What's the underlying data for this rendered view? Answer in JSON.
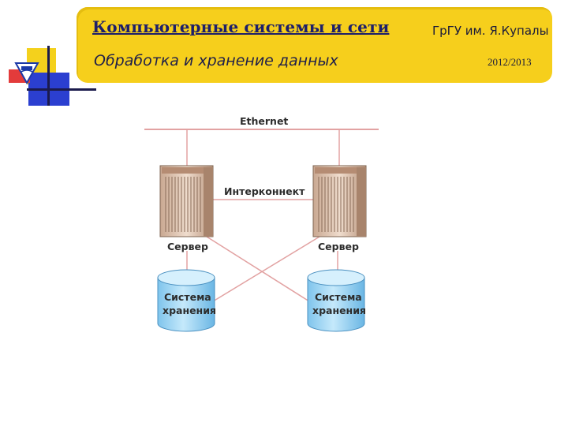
{
  "header": {
    "title": "Компьютерные системы и сети",
    "subtitle": "Обработка и хранение данных",
    "university": "ГрГУ им. Я.Купалы",
    "year": "2012/2013"
  },
  "diagram": {
    "network_label": "Ethernet",
    "interconnect_label": "Интерконнект",
    "server_left_label": "Сервер",
    "server_right_label": "Сервер",
    "storage_left_line1": "Система",
    "storage_left_line2": "хранения",
    "storage_right_line1": "Система",
    "storage_right_line2": "хранения"
  },
  "colors": {
    "header_bg": "#f6cf1c",
    "link_line": "#e7a6a6",
    "storage_fill": "#a8d8f5",
    "server_fill": "#e8d2c0"
  }
}
